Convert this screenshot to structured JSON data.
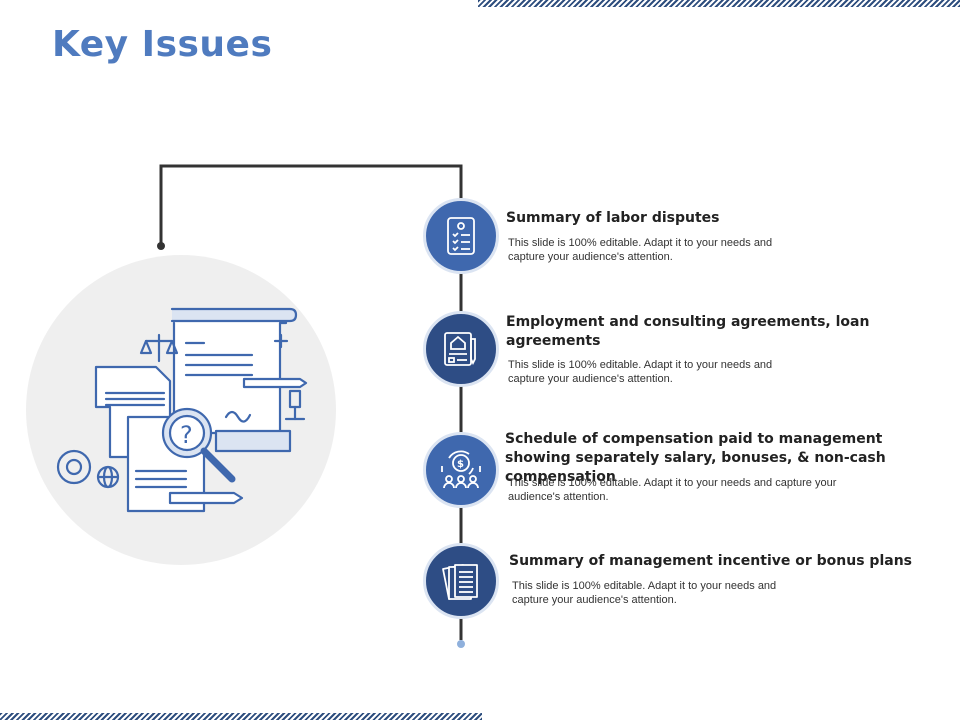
{
  "slide": {
    "title": "Key Issues"
  },
  "items": [
    {
      "title": "Summary of labor disputes",
      "description": "This slide is 100% editable. Adapt it to your needs and capture your audience's attention.",
      "icon": "checklist-icon"
    },
    {
      "title": "Employment and consulting agreements, loan agreements",
      "description": "This slide is 100% editable. Adapt it to your needs and capture your audience's attention.",
      "icon": "contract-document-icon"
    },
    {
      "title": "Schedule of compensation paid to management showing separately salary, bonuses, & non-cash compensation",
      "description": "This slide is 100% editable. Adapt it to your needs and capture your audience's attention.",
      "icon": "dollar-people-icon"
    },
    {
      "title": "Summary of management incentive or bonus plans",
      "description": "This slide is 100% editable. Adapt it to your needs and capture your audience's attention.",
      "icon": "stacked-documents-icon"
    }
  ],
  "colors": {
    "title": "#4f7bbf",
    "badge_light": "#3f68ae",
    "badge_dark": "#2e4d85",
    "line": "#333333",
    "illustration": "#3f68ae"
  }
}
